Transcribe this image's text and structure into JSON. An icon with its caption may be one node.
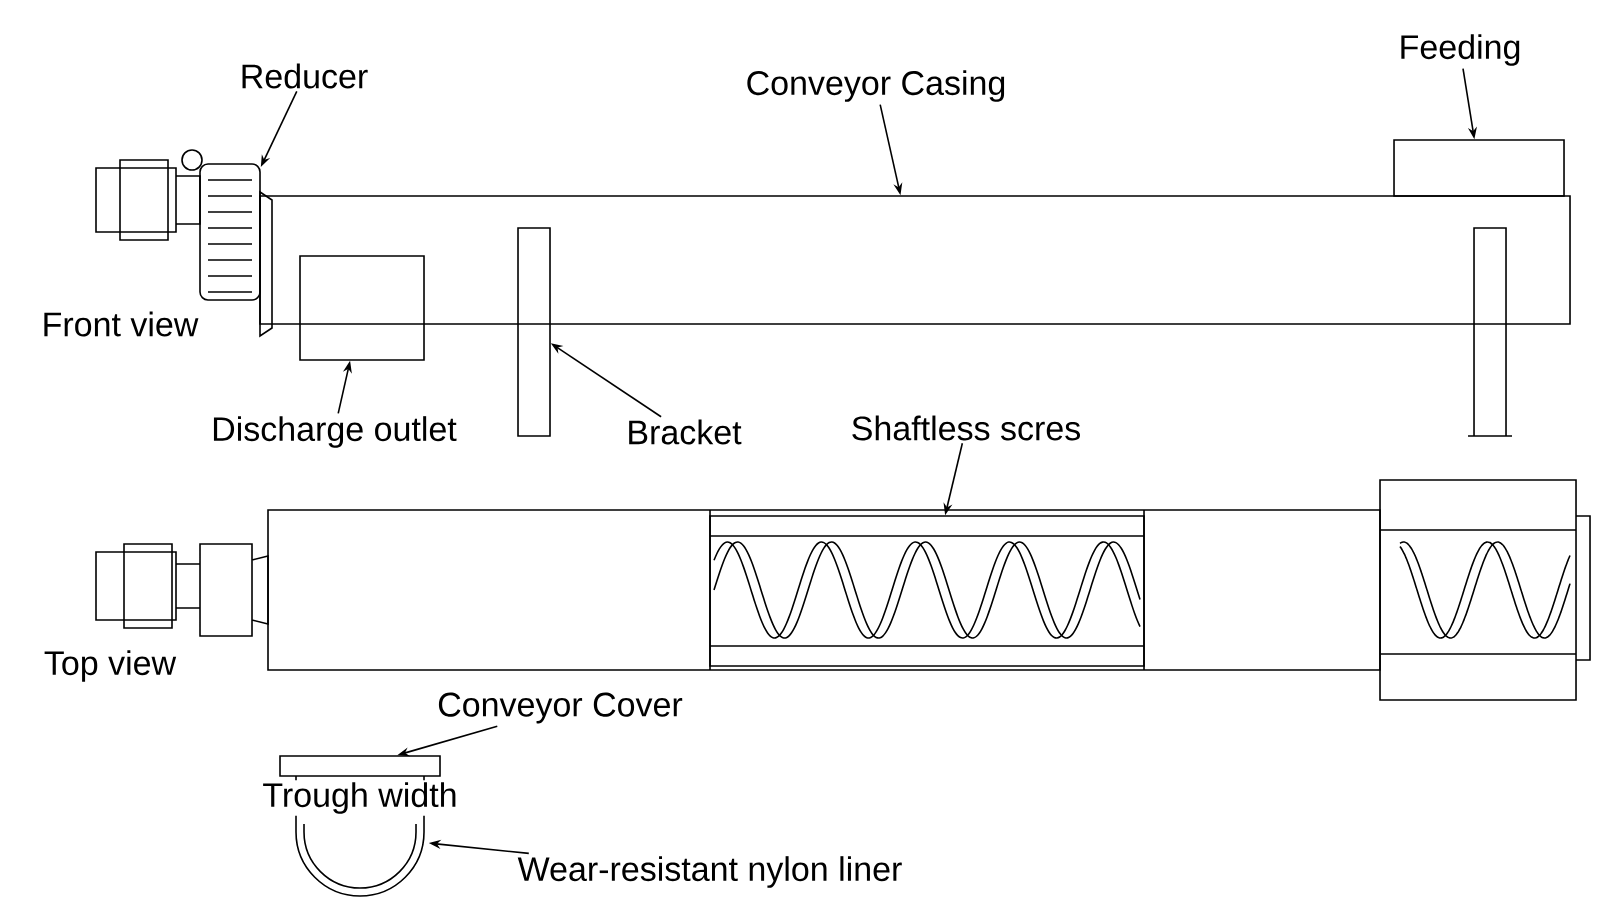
{
  "diagram": {
    "nodes": [
      {
        "text": [
          "Reducer"
        ]
      },
      {
        "text": [],
        "shape": "picture"
      },
      {
        "text": [
          "Conveyor Casing"
        ]
      },
      {
        "text": [],
        "shape": "box"
      },
      {
        "text": [
          "Feeding"
        ]
      },
      {
        "text": [],
        "shape": "box"
      },
      {
        "text": [
          "Discharge outlet"
        ]
      },
      {
        "text": [],
        "shape": "box"
      },
      {
        "text": [
          "Bracket"
        ]
      },
      {
        "text": [],
        "shape": "box"
      },
      {
        "text": [
          "Shaftless scres"
        ]
      },
      {
        "text": [],
        "shape": "picture"
      },
      {
        "text": [
          "Conveyor Cover"
        ]
      },
      {
        "text": [],
        "shape": "box"
      },
      {
        "text": [
          "Wear-resistant nylon liner"
        ]
      },
      {
        "text": [],
        "shape": "picture"
      }
    ],
    "edges": [
      {
        "from": 0,
        "to": 1,
        "arrow": "to"
      },
      {
        "from": 2,
        "to": 3,
        "arrow": "to"
      },
      {
        "from": 4,
        "to": 5,
        "arrow": "to"
      },
      {
        "from": 6,
        "to": 7,
        "arrow": "to"
      },
      {
        "from": 8,
        "to": 9,
        "arrow": "to"
      },
      {
        "from": 10,
        "to": 11,
        "arrow": "to"
      },
      {
        "from": 12,
        "to": 13,
        "arrow": "to"
      },
      {
        "from": 14,
        "to": 15,
        "arrow": "to"
      }
    ],
    "labels": [
      "Front view",
      "Top view",
      "Trough width"
    ]
  }
}
